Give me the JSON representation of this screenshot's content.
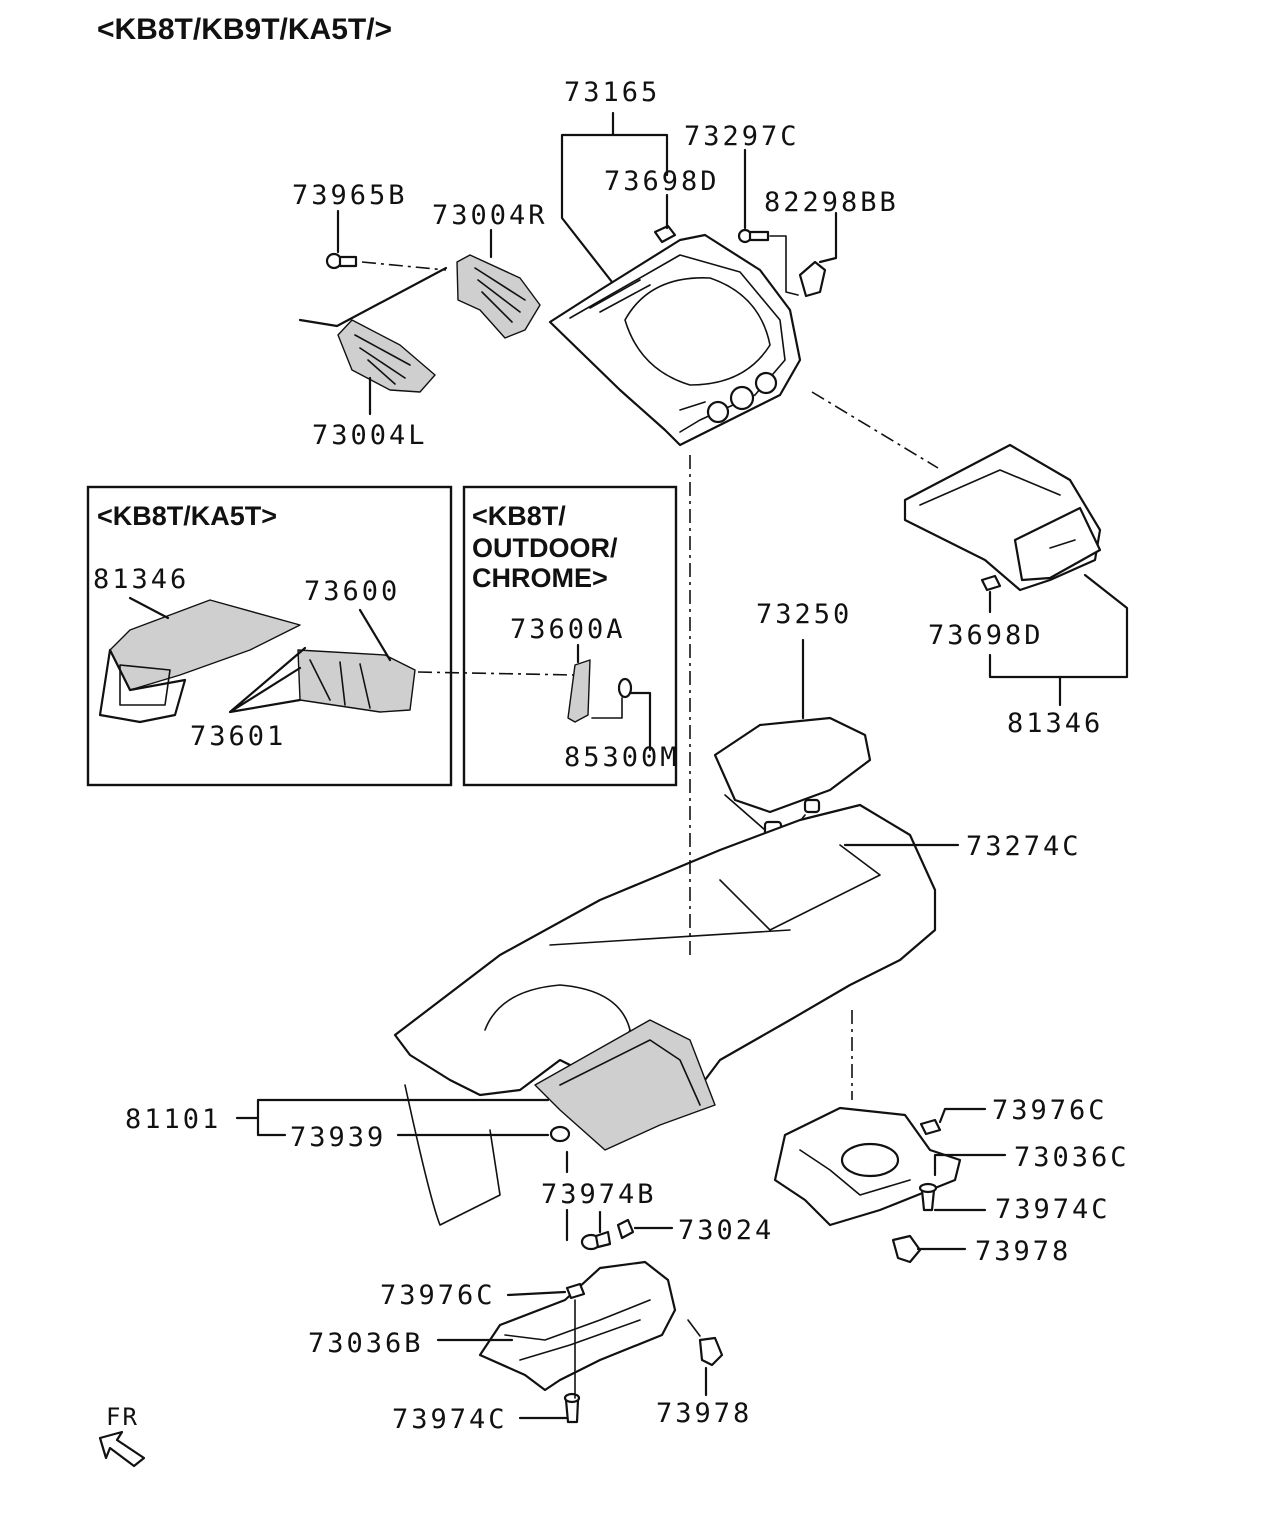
{
  "header": "<KB8T/KB9T/KA5T/>",
  "inset_boxes": [
    {
      "title_lines": [
        "<KB8T/KA5T>"
      ]
    },
    {
      "title_lines": [
        "<KB8T/",
        "OUTDOOR/",
        "CHROME>"
      ]
    }
  ],
  "part_labels": {
    "p73165": "73165",
    "p73297C": "73297C",
    "p73698D_top": "73698D",
    "p82298BB": "82298BB",
    "p73965B": "73965B",
    "p73004R": "73004R",
    "p73004L": "73004L",
    "p81346_box": "81346",
    "p73600": "73600",
    "p73601": "73601",
    "p73600A": "73600A",
    "p85300M": "85300M",
    "p73250": "73250",
    "p73698D_right": "73698D",
    "p81346_right": "81346",
    "p73274C": "73274C",
    "p81101": "81101",
    "p73939": "73939",
    "p73974B": "73974B",
    "p73024": "73024",
    "p73976C_right": "73976C",
    "p73036C": "73036C",
    "p73974C_right": "73974C",
    "p73978_right": "73978",
    "p73976C_left": "73976C",
    "p73036B": "73036B",
    "p73974C_bottom": "73974C",
    "p73978_bottom": "73978"
  },
  "direction_marker": {
    "label": "FR"
  }
}
